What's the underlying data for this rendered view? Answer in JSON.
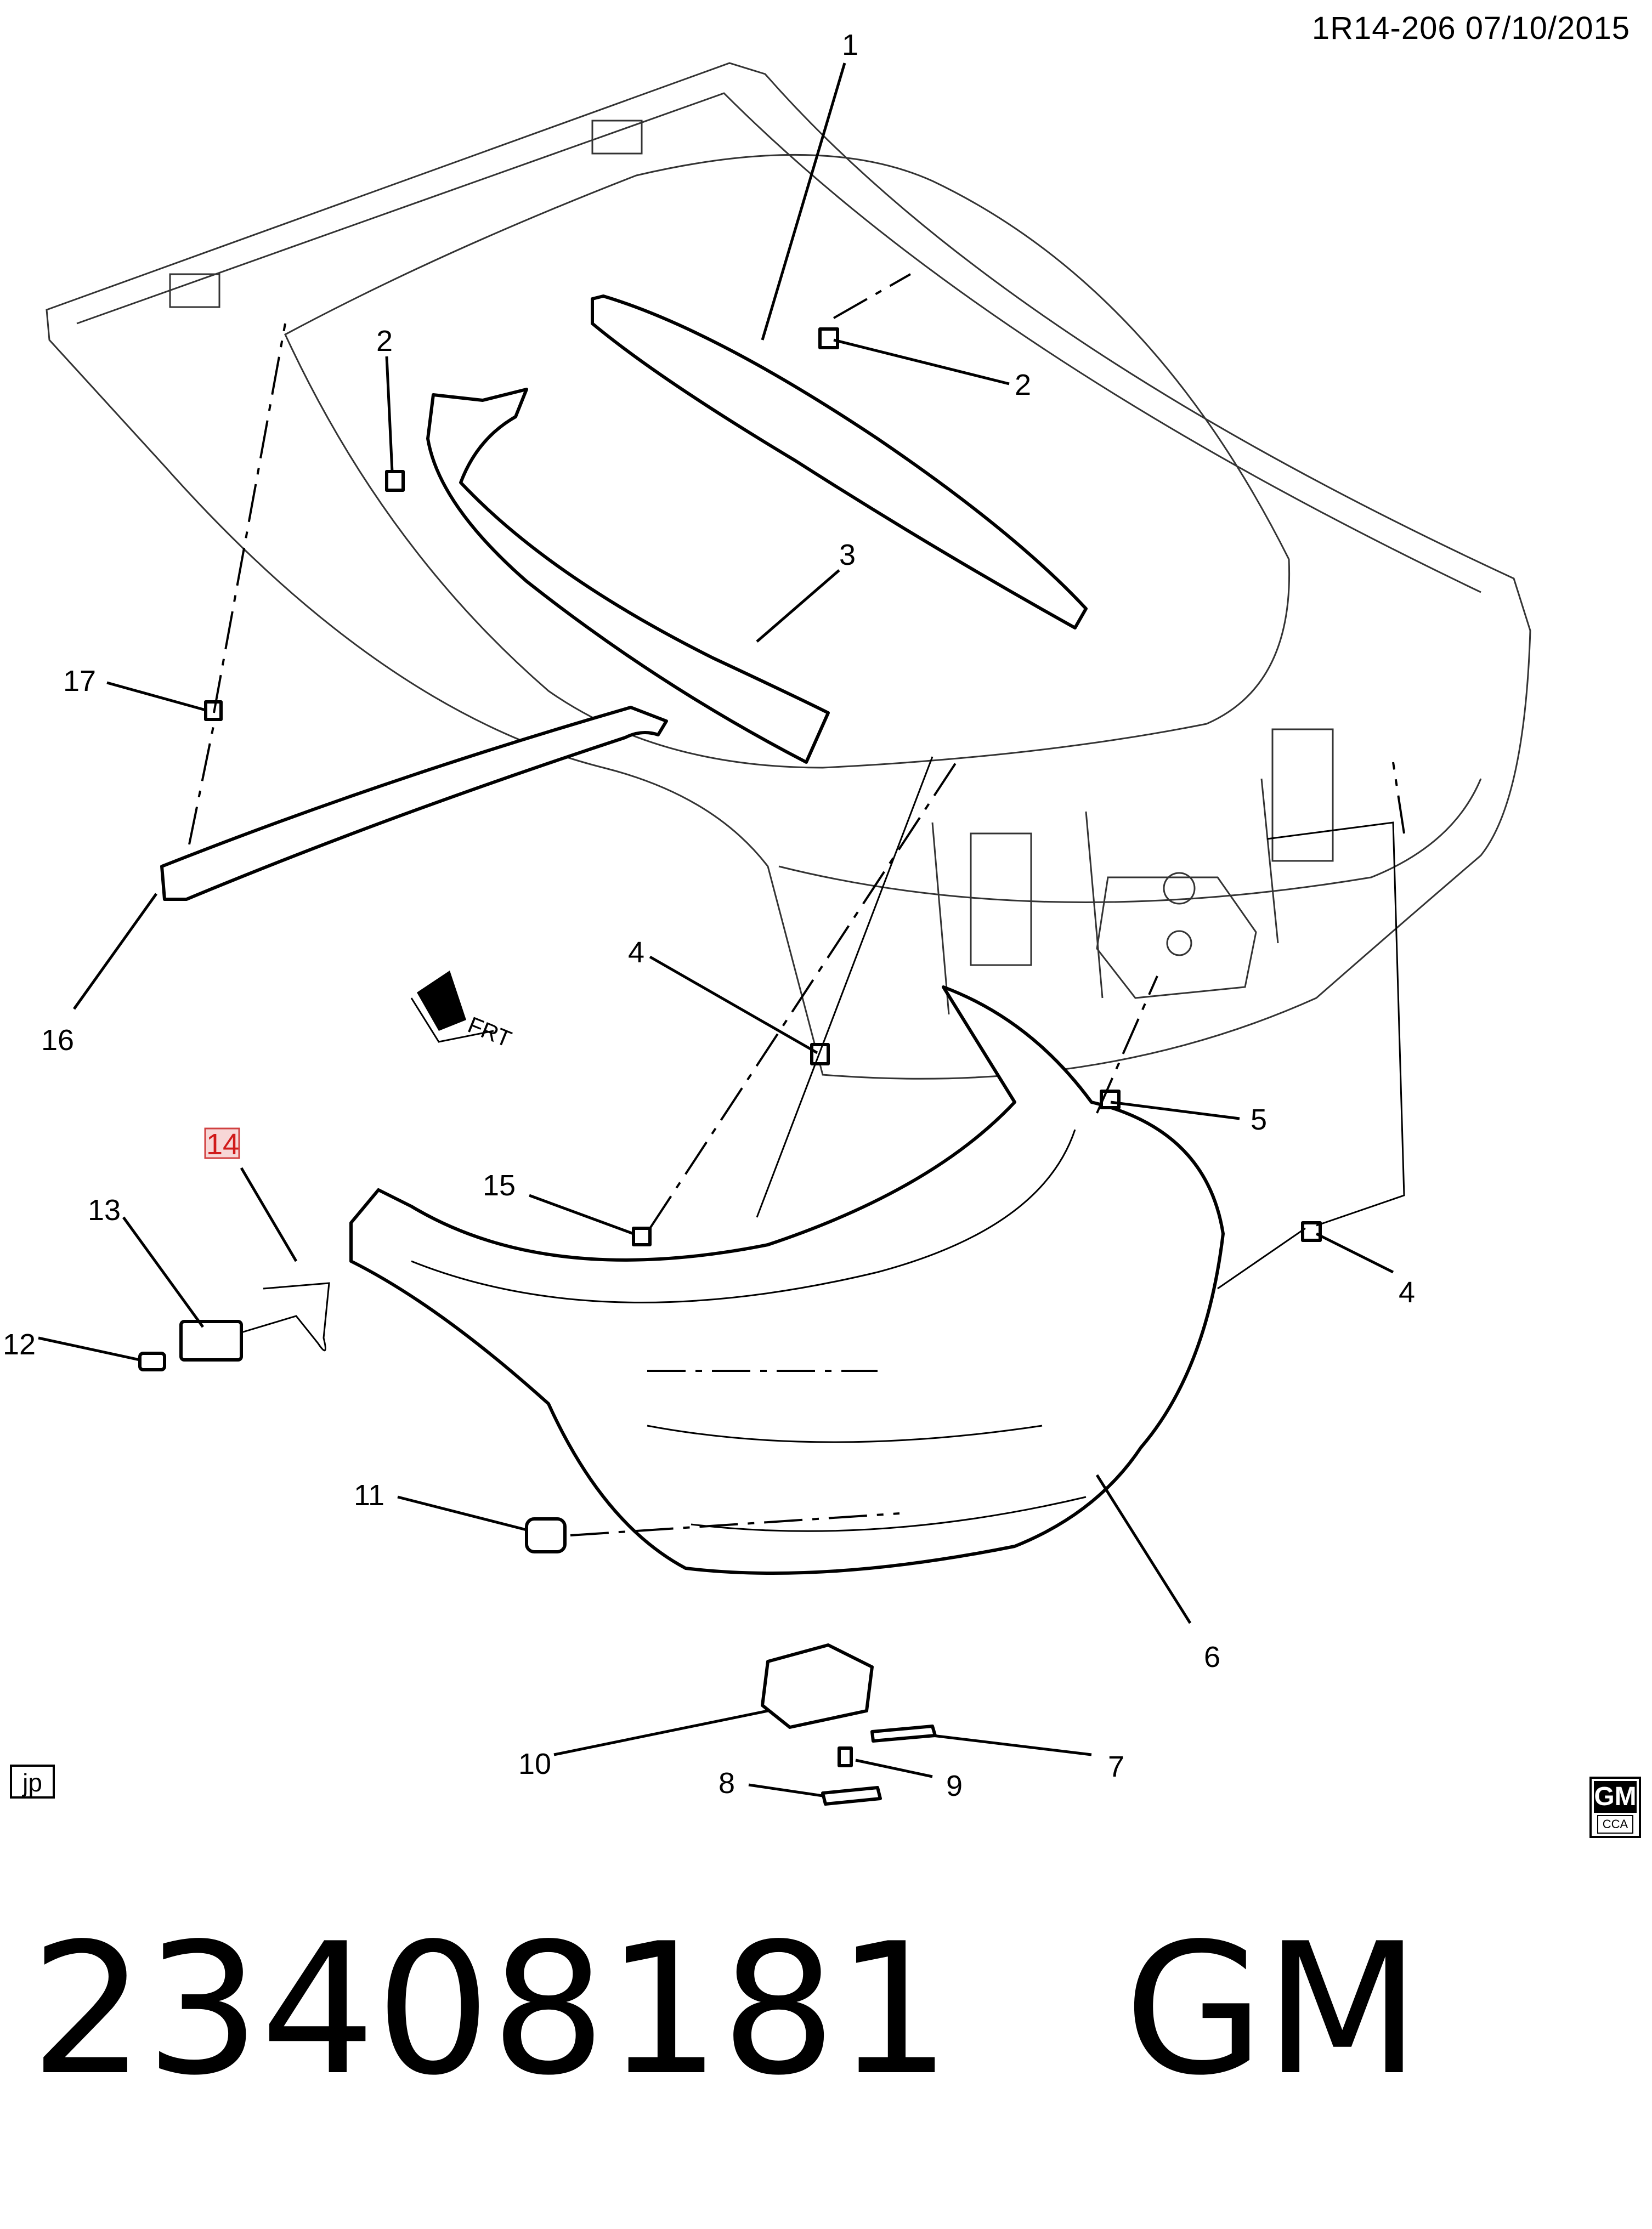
{
  "header": {
    "code": "1R14-206  07/10/2015"
  },
  "footer": {
    "part_number": "23408181",
    "brand": "GM"
  },
  "badges": {
    "jp": "jp",
    "gm_logo_mark": "GM",
    "gm_logo_sub": "CCA"
  },
  "orientation_label": "FRT",
  "highlighted_callout": "14",
  "callouts": {
    "c1": "1",
    "c2a": "2",
    "c2b": "2",
    "c3": "3",
    "c4a": "4",
    "c4b": "4",
    "c5": "5",
    "c6": "6",
    "c7": "7",
    "c8": "8",
    "c9": "9",
    "c10": "10",
    "c11": "11",
    "c12": "12",
    "c13": "13",
    "c14": "14",
    "c15": "15",
    "c16": "16",
    "c17": "17"
  },
  "colors": {
    "line": "#000000",
    "highlight": "#d01a1a",
    "background": "#ffffff"
  }
}
